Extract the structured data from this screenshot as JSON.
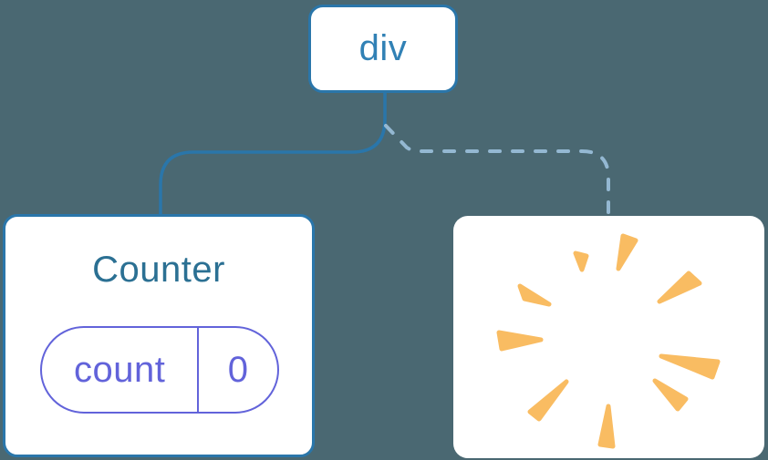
{
  "colors": {
    "background": "#4a6872",
    "accent-blue": "#2a76aa",
    "node-text": "#3181b5",
    "title-teal": "#2b7093",
    "indigo": "#6263da",
    "dashed-blue": "#94b8d2",
    "poof-orange": "#f9bc62",
    "box-bg": "#ffffff"
  },
  "root_node": {
    "label": "div"
  },
  "counter_node": {
    "title": "Counter",
    "state": {
      "key": "count",
      "value": "0"
    }
  },
  "poof_node": {
    "icon": "poof-burst-icon"
  },
  "connectors": {
    "to_counter_style": "solid",
    "to_poof_style": "dashed"
  }
}
